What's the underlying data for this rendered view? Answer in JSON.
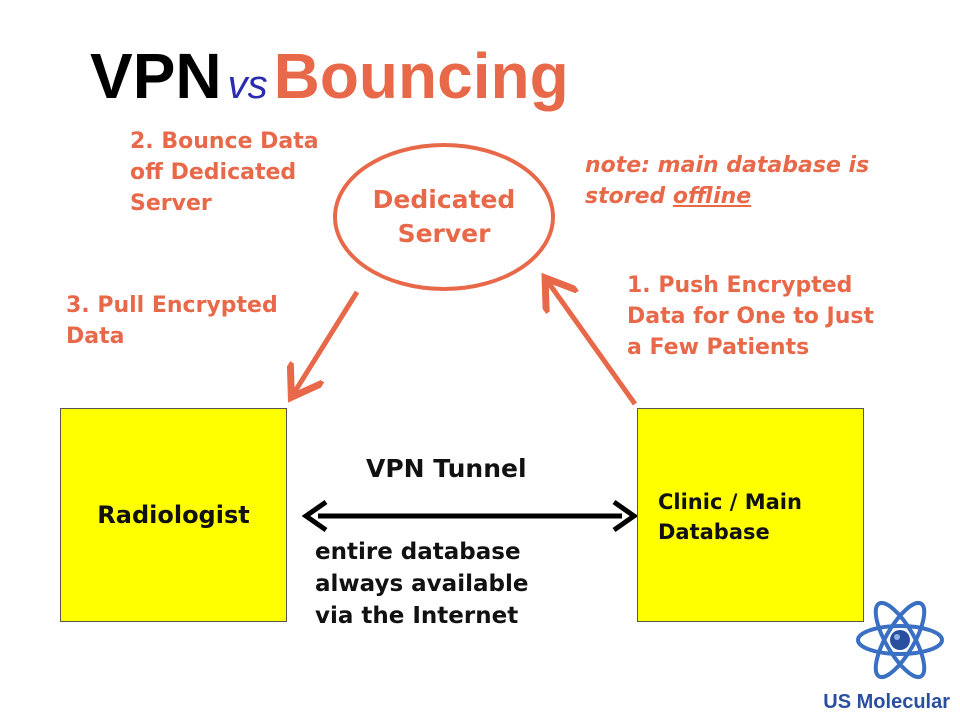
{
  "title": {
    "main": "VPN",
    "vs": "vs",
    "accent": "Bouncing"
  },
  "steps": {
    "bounce": [
      "2. Bounce Data",
      "off Dedicated",
      "Server"
    ],
    "pull": [
      "3. Pull Encrypted",
      "Data"
    ],
    "push": [
      "1. Push Encrypted",
      "Data for One to Just",
      "a Few Patients"
    ]
  },
  "note": {
    "line1": "note: main database is",
    "line2_prefix": "stored ",
    "line2_emph": "offline"
  },
  "server": {
    "label": "Dedicated Server"
  },
  "radiologist": {
    "label": "Radiologist"
  },
  "clinic": {
    "line1": "Clinic / Main",
    "line2": "Database"
  },
  "vpn": {
    "label": "VPN Tunnel",
    "desc": [
      "entire database",
      "always available",
      "via the Internet"
    ]
  },
  "logo": {
    "text": "US Molecular",
    "icon": "atom-icon"
  },
  "colors": {
    "accent": "#e8694a",
    "box": "#ffff00",
    "vs": "#2b2bb0",
    "logo": "#2a4f9e"
  }
}
